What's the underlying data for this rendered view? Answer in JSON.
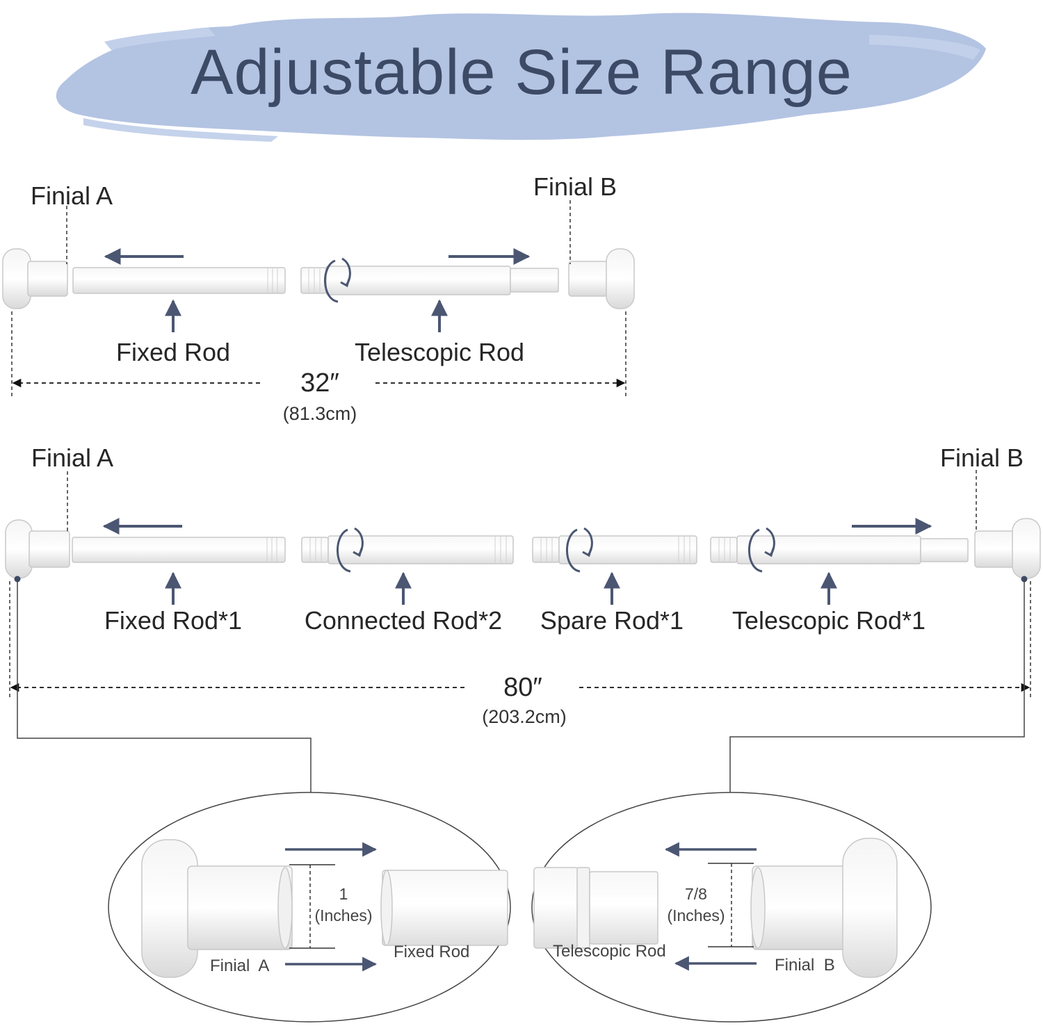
{
  "title": "Adjustable Size Range",
  "colors": {
    "brush": "#b3c3e2",
    "title": "#3d4a66",
    "arrow": "#4b5672",
    "rod_fill": "#ebebeb",
    "rod_stroke": "#c8c8c8"
  },
  "short_config": {
    "finial_a": "Finial A",
    "finial_b": "Finial B",
    "fixed_rod": "Fixed Rod",
    "telescopic_rod": "Telescopic Rod",
    "length_in": "32″",
    "length_cm": "(81.3cm)"
  },
  "long_config": {
    "finial_a": "Finial A",
    "finial_b": "Finial B",
    "fixed_rod": "Fixed Rod*1",
    "connected_rod": "Connected Rod*2",
    "spare_rod": "Spare Rod*1",
    "telescopic_rod": "Telescopic Rod*1",
    "length_in": "80″",
    "length_cm": "(203.2cm)"
  },
  "detail_left": {
    "size_value": "1",
    "size_unit": "(Inches)",
    "rod_label": "Fixed Rod",
    "finial_label": "Finial  A"
  },
  "detail_right": {
    "size_value": "7/8",
    "size_unit": "(Inches)",
    "rod_label": "Telescopic Rod",
    "finial_label": "Finial  B"
  }
}
